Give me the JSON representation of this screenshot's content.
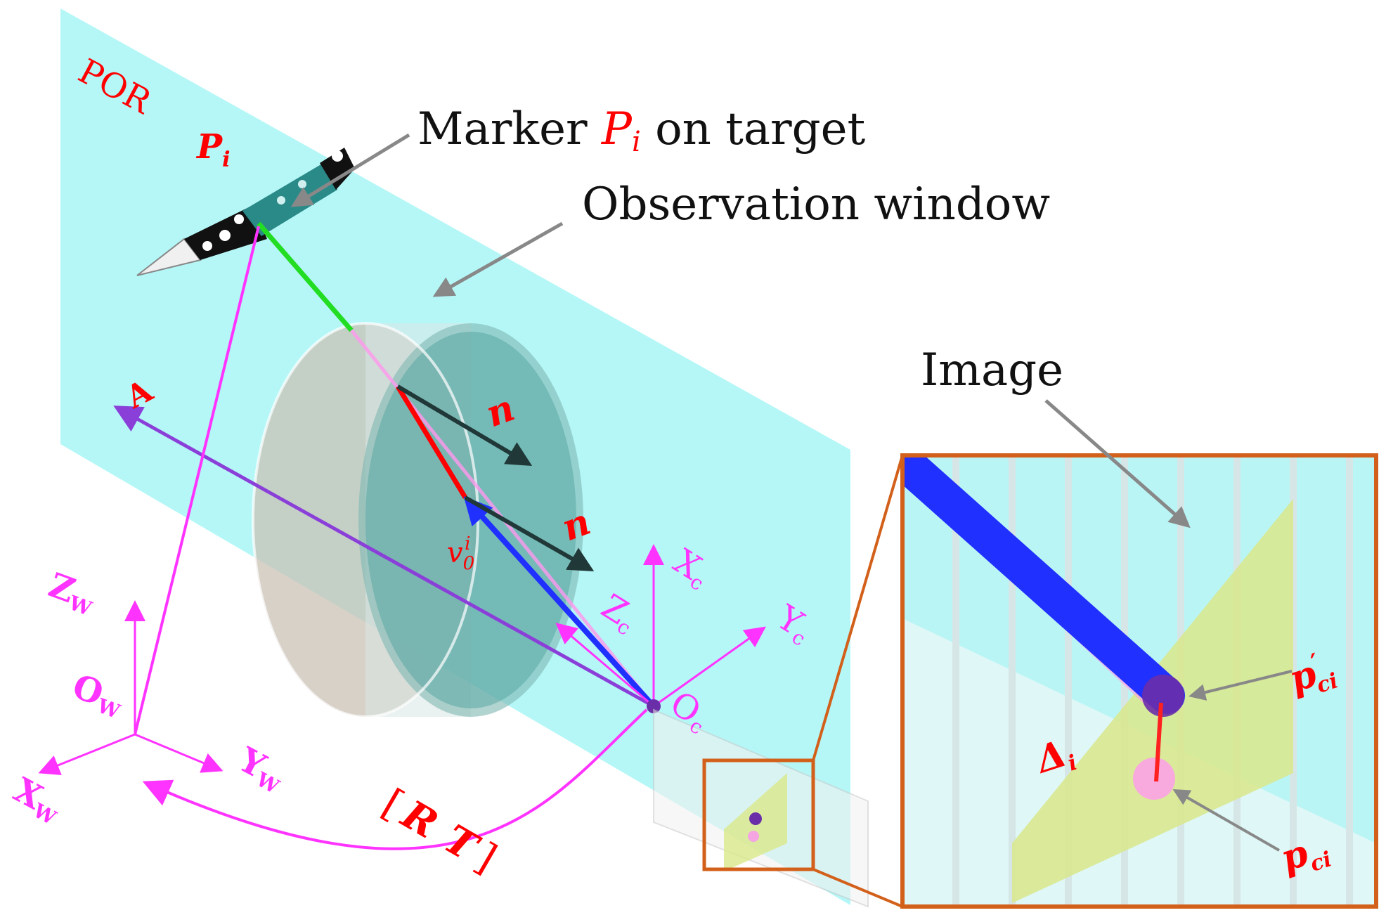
{
  "labels": {
    "por": "POR",
    "pi_symbol": "P",
    "pi_sub": "i",
    "marker_prefix": "Marker ",
    "marker_sym": "P",
    "marker_sub": "i",
    "marker_suffix": " on target",
    "observation_window": "Observation window",
    "image": "Image",
    "vector_a": "A",
    "normal_n_1": "n",
    "normal_n_2": "n",
    "v0_sym": "v",
    "v0_sub": "0",
    "v0_sup": "i",
    "xc": "X",
    "xc_sub": "c",
    "yc": "Y",
    "yc_sub": "c",
    "zc": "Z",
    "zc_sub": "c",
    "oc": "O",
    "oc_sub": "c",
    "zw": "Z",
    "zw_sub": "W",
    "xw": "X",
    "xw_sub": "W",
    "yw": "Y",
    "yw_sub": "W",
    "ow": "O",
    "ow_sub": "W",
    "rt_open": "[",
    "rt_r": "R",
    "rt_t": "T",
    "rt_close": "]",
    "delta_sym": "Δ",
    "delta_sub": "i",
    "pci_prime_sym": "p",
    "pci_prime_prime": "′",
    "pci_prime_sub": "ci",
    "pci_sym": "p",
    "pci_sub": "ci"
  },
  "colors": {
    "plane": "#a8f6f6",
    "magenta": "#ff33ff",
    "purple": "#8a3fd8",
    "red": "#ff0000",
    "blue": "#2030ff",
    "green": "#22dd22",
    "orange_frame": "#d2601a",
    "image_plane": "#d9e88a",
    "window": "#5aa8a4"
  }
}
